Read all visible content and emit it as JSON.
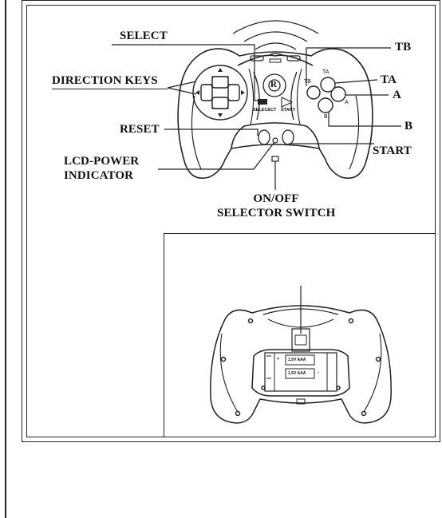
{
  "labels": {
    "select": "SELECT",
    "direction_keys": "DIRECTION KEYS",
    "reset": "RESET",
    "lcd_power_line1": "LCD-POWER",
    "lcd_power_line2": "INDICATOR",
    "tb": "TB",
    "ta": "TA",
    "a": "A",
    "b": "B",
    "start": "START",
    "onoff_line1": "ON/OFF",
    "onoff_line2": "SELECTOR SWITCH"
  },
  "controller_markings": {
    "logo": "R",
    "select_key": "SELECECT",
    "start_key": "START",
    "tb": "TB",
    "ta": "TA",
    "a": "A",
    "b": "B"
  },
  "battery_markings": {
    "cell_top": "1.5V AAA",
    "cell_bottom": "1.5V AAA",
    "plus": "+",
    "minus": "-"
  }
}
